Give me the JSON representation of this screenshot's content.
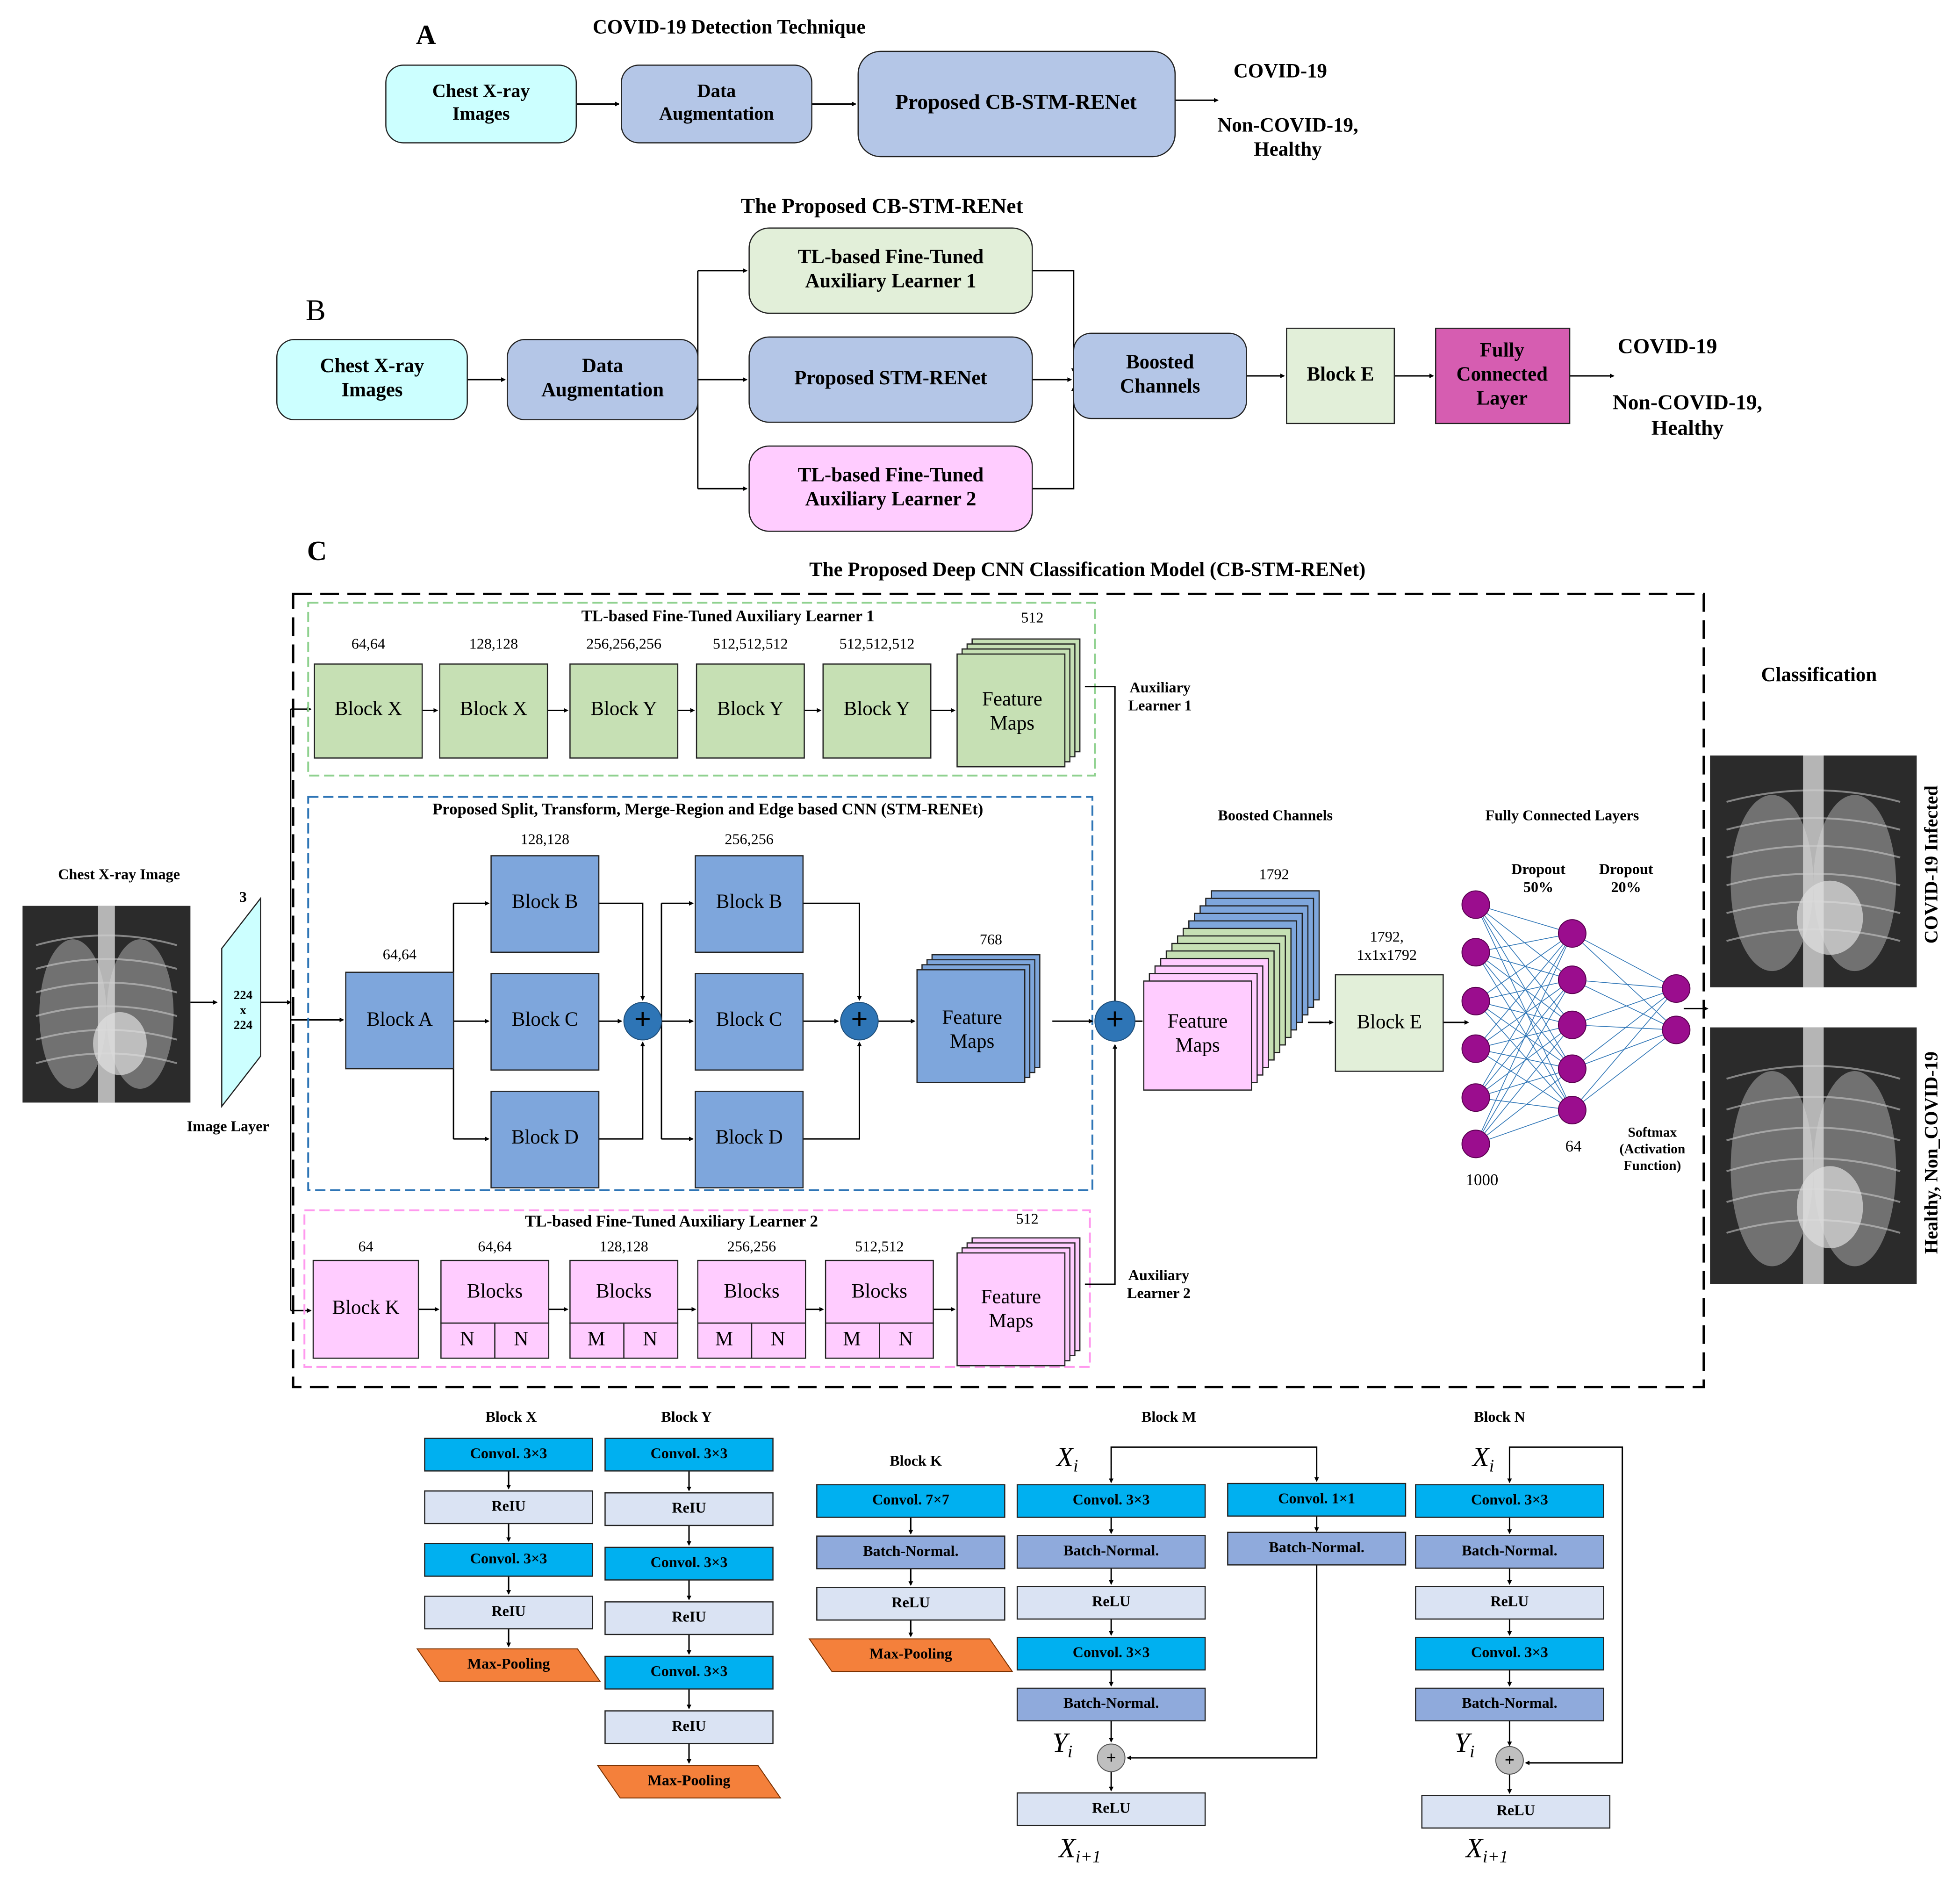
{
  "panelA": {
    "letter": "A",
    "title": "COVID-19 Detection Technique",
    "input": [
      "Chest X-ray",
      "Images"
    ],
    "augment": [
      "Data",
      "Augmentation"
    ],
    "model": "Proposed CB-STM-RENet",
    "out1": "COVID-19",
    "out2": [
      "Non-COVID-19,",
      "Healthy"
    ]
  },
  "panelB": {
    "letter": "B",
    "title": "The Proposed CB-STM-RENet",
    "input": [
      "Chest X-ray",
      "Images"
    ],
    "augment": [
      "Data",
      "Augmentation"
    ],
    "aux1": [
      "TL-based Fine-Tuned",
      "Auxiliary Learner 1"
    ],
    "stm": "Proposed STM-RENet",
    "aux2": [
      "TL-based Fine-Tuned",
      "Auxiliary Learner 2"
    ],
    "boosted": [
      "Boosted",
      "Channels"
    ],
    "blockE": "Block E",
    "fc": [
      "Fully",
      "Connected",
      "Layer"
    ],
    "out1": "COVID-19",
    "out2": [
      "Non-COVID-19,",
      "Healthy"
    ]
  },
  "panelC": {
    "letter": "C",
    "title": "The Proposed Deep CNN Classification Model (CB-STM-RENet)",
    "input_label": "Chest X-ray Image",
    "image_layer": {
      "channels": "3",
      "dim": [
        "224",
        "x",
        "224"
      ],
      "label": "Image Layer"
    },
    "aux1": {
      "title": "TL-based Fine-Tuned Auxiliary Learner 1",
      "blocks": [
        "Block X",
        "Block X",
        "Block Y",
        "Block Y",
        "Block Y"
      ],
      "sizes": [
        "64,64",
        "128,128",
        "256,256,256",
        "512,512,512",
        "512,512,512"
      ],
      "fm": [
        "Feature",
        "Maps"
      ],
      "fm_size": "512",
      "side": [
        "Auxiliary",
        "Learner 1"
      ]
    },
    "stm": {
      "title": "Proposed Split, Transform, Merge-Region and Edge based CNN (STM-RENEt)",
      "blockA": "Block A",
      "sizeA": "64,64",
      "col1": [
        "Block B",
        "Block C",
        "Block D"
      ],
      "size1": "128,128",
      "col2": [
        "Block B",
        "Block C",
        "Block D"
      ],
      "size2": "256,256",
      "fm": [
        "Feature",
        "Maps"
      ],
      "fm_size": "768"
    },
    "aux2": {
      "title": "TL-based Fine-Tuned Auxiliary Learner 2",
      "blockK": "Block K",
      "sizeK": "64",
      "blocks": "Blocks",
      "sizes": [
        "64,64",
        "128,128",
        "256,256",
        "512,512"
      ],
      "subs": [
        [
          "N",
          "N"
        ],
        [
          "M",
          "N"
        ],
        [
          "M",
          "N"
        ],
        [
          "M",
          "N"
        ]
      ],
      "fm": [
        "Feature",
        "Maps"
      ],
      "fm_size": "512",
      "side": [
        "Auxiliary",
        "Learner 2"
      ]
    },
    "boosted": {
      "title": "Boosted Channels",
      "size": "1792",
      "fm": [
        "Feature",
        "Maps"
      ]
    },
    "blockE": {
      "label": "Block E",
      "size": [
        "1792,",
        "1x1x1792"
      ]
    },
    "fc": {
      "title": "Fully Connected Layers",
      "drop1": [
        "Dropout",
        "50%"
      ],
      "drop2": [
        "Dropout",
        "20%"
      ],
      "n1": "1000",
      "n2": "64",
      "softmax": [
        "Softmax",
        "(Activation",
        "Function)"
      ]
    },
    "classification": {
      "title": "Classification",
      "label1": "COVID-19 Infected",
      "label2": "Healthy, Non_COVID-19"
    }
  },
  "details": {
    "blockX": {
      "title": "Block X",
      "layers": [
        "Convol. 3×3",
        "ReIU",
        "Convol. 3×3",
        "ReIU",
        "Max-Pooling"
      ]
    },
    "blockY": {
      "title": "Block Y",
      "layers": [
        "Convol. 3×3",
        "ReIU",
        "Convol. 3×3",
        "ReIU",
        "Convol. 3×3",
        "ReIU",
        "Max-Pooling"
      ]
    },
    "blockK": {
      "title": "Block K",
      "layers": [
        "Convol. 7×7",
        "Batch-Normal.",
        "ReLU",
        "Max-Pooling"
      ]
    },
    "blockM": {
      "title": "Block M",
      "layers": [
        "Convol. 3×3",
        "Batch-Normal.",
        "ReLU",
        "Convol. 3×3",
        "Batch-Normal.",
        "ReLU"
      ],
      "skip": [
        "Convol. 1×1",
        "Batch-Normal."
      ],
      "xi": "X",
      "xi_sub": "i",
      "yi": "Y",
      "yi_sub": "i",
      "xo": "X",
      "xo_sub": "i+1"
    },
    "blockN": {
      "title": "Block N",
      "layers": [
        "Convol. 3×3",
        "Batch-Normal.",
        "ReLU",
        "Convol. 3×3",
        "Batch-Normal.",
        "ReLU"
      ],
      "xi": "X",
      "xi_sub": "i",
      "yi": "Y",
      "yi_sub": "i",
      "xo": "X",
      "xo_sub": "i+1"
    }
  },
  "colors": {
    "cyan": "#ccffff",
    "blue": "#b4c6e7",
    "blueDark": "#7ea6dc",
    "green": "#c6e0b4",
    "greenLight": "#e2efd9",
    "pink": "#ffccff",
    "magenta": "#d65db1",
    "conv": "#00b0f0",
    "relu": "#dae3f3",
    "bn": "#8faadc",
    "pool": "#f4803b",
    "node": "#9b0d8e",
    "edge": "#2e75b6"
  }
}
